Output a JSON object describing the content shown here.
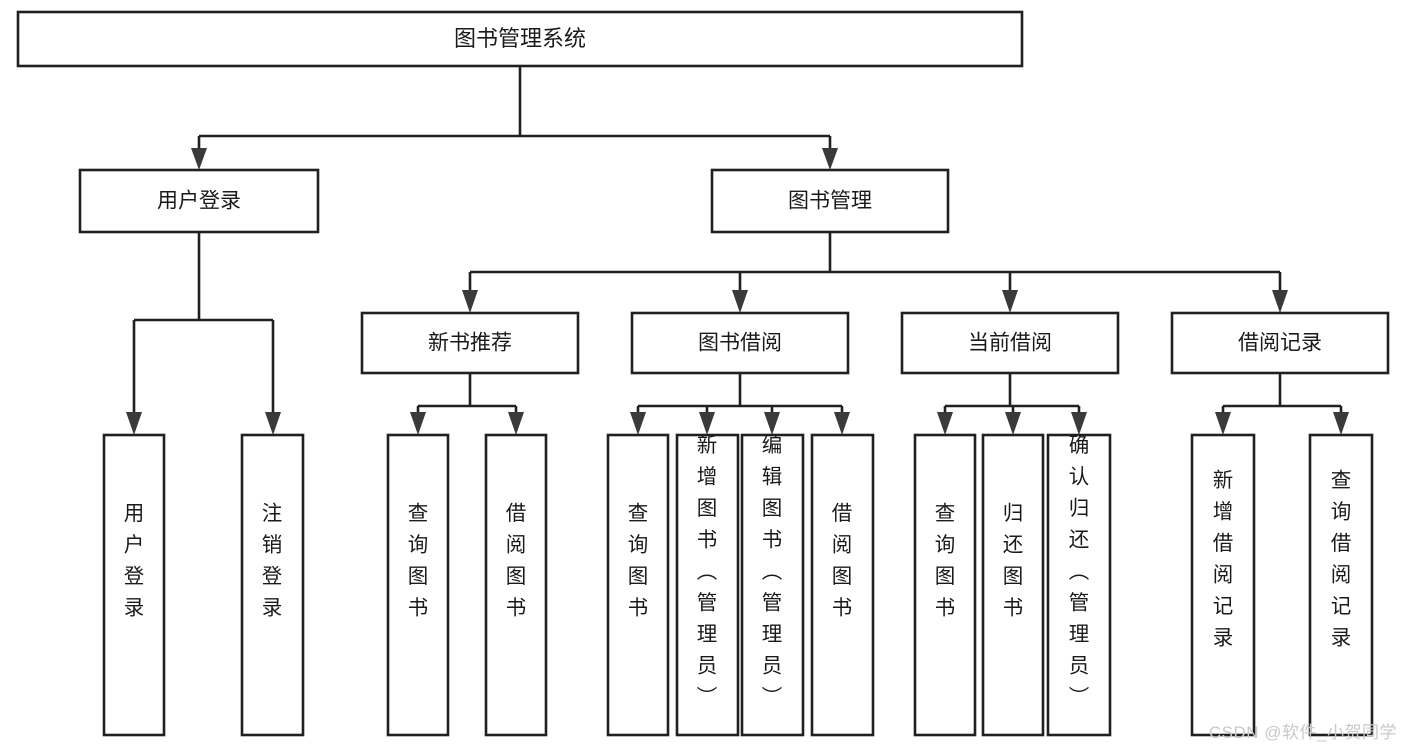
{
  "diagram": {
    "type": "tree-hierarchy",
    "title": "图书管理系统",
    "watermark": "CSDN @软件_小贺同学",
    "orientation": "top-down",
    "colors": {
      "box_stroke": "#231f20",
      "box_fill": "#ffffff",
      "text": "#1a1a1a",
      "connector": "#231f20",
      "arrow": "#3a3a3a",
      "watermark": "#c9c9c9",
      "background": "#ffffff"
    },
    "root": {
      "label": "图书管理系统"
    },
    "level2": [
      {
        "label": "用户登录"
      },
      {
        "label": "图书管理"
      }
    ],
    "level3": [
      {
        "label": "新书推荐"
      },
      {
        "label": "图书借阅"
      },
      {
        "label": "当前借阅"
      },
      {
        "label": "借阅记录"
      }
    ],
    "leaves": {
      "user_login": [
        {
          "label": "用户登录"
        },
        {
          "label": "注销登录"
        }
      ],
      "new_book_recommend": [
        {
          "label": "查询图书"
        },
        {
          "label": "借阅图书"
        }
      ],
      "book_borrow": [
        {
          "label": "查询图书"
        },
        {
          "label": "新增图书（管理员）"
        },
        {
          "label": "编辑图书（管理员）"
        },
        {
          "label": "借阅图书"
        }
      ],
      "current_borrow": [
        {
          "label": "查询图书"
        },
        {
          "label": "归还图书"
        },
        {
          "label": "确认归还（管理员）"
        }
      ],
      "borrow_record": [
        {
          "label": "新增借阅记录"
        },
        {
          "label": "查询借阅记录"
        }
      ]
    }
  }
}
